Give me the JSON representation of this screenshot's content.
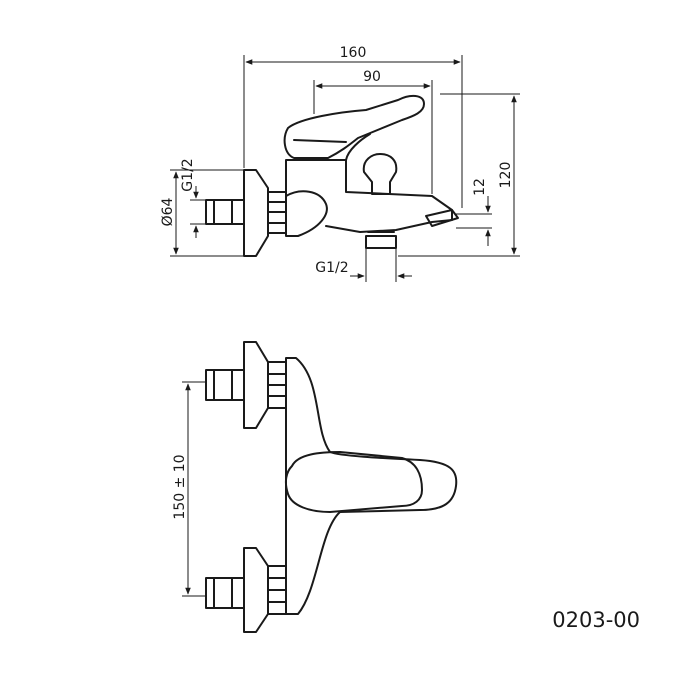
{
  "drawing": {
    "product_code": "0203-00",
    "dimensions": {
      "total_length": "160",
      "spout_offset": "90",
      "total_height": "120",
      "spout_height": "12",
      "flange_diameter": "Ø64",
      "inlet_thread": "G1/2",
      "outlet_thread": "G1/2",
      "inlet_spacing": "150 ± 10"
    }
  }
}
